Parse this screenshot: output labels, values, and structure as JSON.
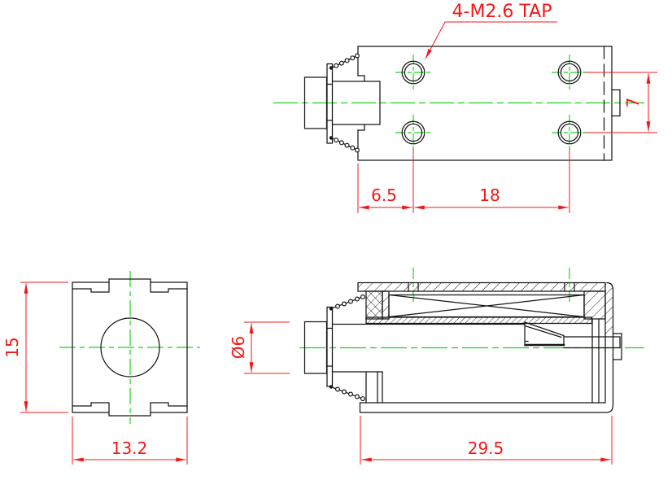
{
  "drawing": {
    "callout": "4-M2.6 TAP",
    "top_view": {
      "hole_spacing": "7",
      "edge_to_hole": "6.5",
      "hole_pitch": "18"
    },
    "front_view": {
      "height": "15",
      "width": "13.2"
    },
    "section_view": {
      "plunger_diameter": "Ø6",
      "body_length": "29.5"
    }
  },
  "colors": {
    "dimension": "#f21818",
    "centerline": "#1ed11e",
    "outline": "#161616"
  }
}
